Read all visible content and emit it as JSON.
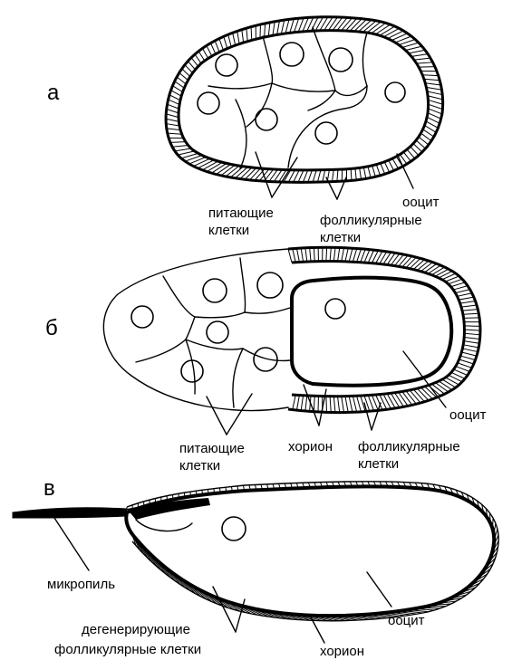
{
  "panels": {
    "a": {
      "letter": "а",
      "labels": {
        "nurse_cells": [
          "питающие",
          "клетки"
        ],
        "follicle_cells": [
          "фолликулярные",
          "клетки"
        ],
        "oocyte": "ооцит"
      }
    },
    "b": {
      "letter": "б",
      "labels": {
        "nurse_cells": [
          "питающие",
          "клетки"
        ],
        "chorion": "хорион",
        "follicle_cells": [
          "фолликулярные",
          "клетки"
        ],
        "oocyte": "ооцит"
      }
    },
    "c": {
      "letter": "в",
      "labels": {
        "micropyle": "микропиль",
        "degenerating_follicle_cells": "дегенерирующие фолликулярные клетки",
        "oocyte": "ооцит",
        "chorion": "хорион"
      }
    }
  }
}
